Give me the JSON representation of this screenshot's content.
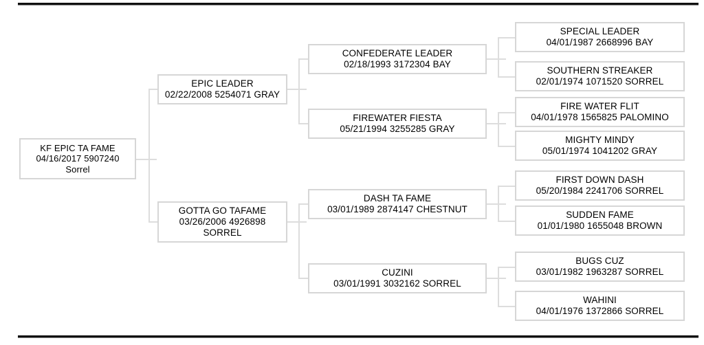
{
  "document": {
    "type": "pedigree-chart",
    "top_rule": true,
    "bottom_rule": true
  },
  "pedigree": {
    "subject": {
      "name": "KF EPIC TA FAME",
      "meta": "04/16/2017 5907240",
      "meta2": "Sorrel",
      "date": "04/16/2017",
      "registration": "5907240",
      "color": "Sorrel"
    },
    "generation2": [
      {
        "name": "EPIC LEADER",
        "meta": "02/22/2008 5254071 GRAY",
        "date": "02/22/2008",
        "registration": "5254071",
        "color": "GRAY"
      },
      {
        "name": "GOTTA GO TAFAME",
        "meta": "03/26/2006 4926898",
        "meta2": "SORREL",
        "date": "03/26/2006",
        "registration": "4926898",
        "color": "SORREL"
      }
    ],
    "generation3": [
      {
        "name": "CONFEDERATE LEADER",
        "meta": "02/18/1993 3172304 BAY",
        "date": "02/18/1993",
        "registration": "3172304",
        "color": "BAY"
      },
      {
        "name": "FIREWATER FIESTA",
        "meta": "05/21/1994 3255285 GRAY",
        "date": "05/21/1994",
        "registration": "3255285",
        "color": "GRAY"
      },
      {
        "name": "DASH TA FAME",
        "meta": "03/01/1989 2874147 CHESTNUT",
        "date": "03/01/1989",
        "registration": "2874147",
        "color": "CHESTNUT"
      },
      {
        "name": "CUZINI",
        "meta": "03/01/1991 3032162 SORREL",
        "date": "03/01/1991",
        "registration": "3032162",
        "color": "SORREL"
      }
    ],
    "generation4": [
      {
        "name": "SPECIAL LEADER",
        "meta": "04/01/1987 2668996 BAY",
        "date": "04/01/1987",
        "registration": "2668996",
        "color": "BAY"
      },
      {
        "name": "SOUTHERN STREAKER",
        "meta": "02/01/1974 1071520 SORREL",
        "date": "02/01/1974",
        "registration": "1071520",
        "color": "SORREL"
      },
      {
        "name": "FIRE WATER FLIT",
        "meta": "04/01/1978 1565825 PALOMINO",
        "date": "04/01/1978",
        "registration": "1565825",
        "color": "PALOMINO"
      },
      {
        "name": "MIGHTY MINDY",
        "meta": "05/01/1974 1041202 GRAY",
        "date": "05/01/1974",
        "registration": "1041202",
        "color": "GRAY"
      },
      {
        "name": "FIRST DOWN DASH",
        "meta": "05/20/1984 2241706 SORREL",
        "date": "05/20/1984",
        "registration": "2241706",
        "color": "SORREL"
      },
      {
        "name": "SUDDEN FAME",
        "meta": "01/01/1980 1655048 BROWN",
        "date": "01/01/1980",
        "registration": "1655048",
        "color": "BROWN"
      },
      {
        "name": "BUGS CUZ",
        "meta": "03/01/1982 1963287 SORREL",
        "date": "03/01/1982",
        "registration": "1963287",
        "color": "SORREL"
      },
      {
        "name": "WAHINI",
        "meta": "04/01/1976 1372866 SORREL",
        "date": "04/01/1976",
        "registration": "1372866",
        "color": "SORREL"
      }
    ]
  },
  "colors": {
    "box_border": "#d6d6d6",
    "connector": "#dddddd",
    "rule": "#111111",
    "text": "#000000",
    "background": "#ffffff"
  }
}
